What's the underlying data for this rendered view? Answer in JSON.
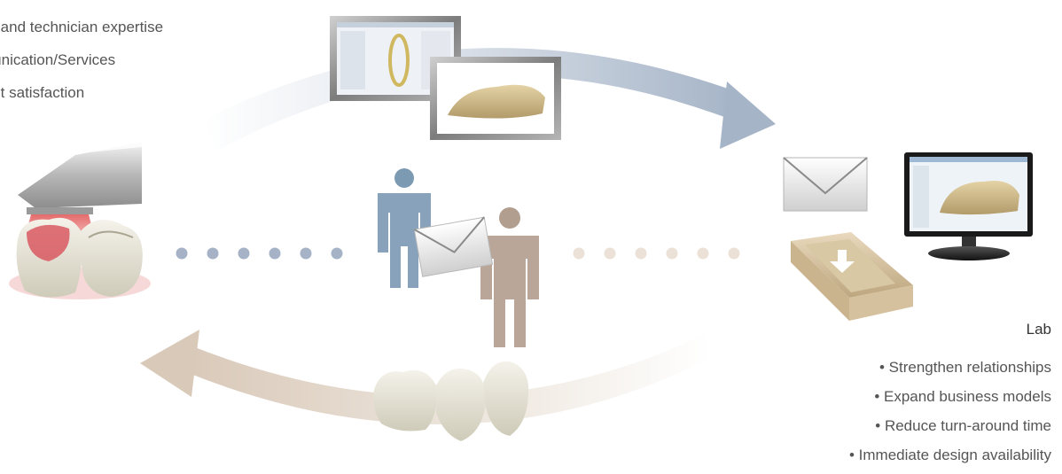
{
  "top_left": {
    "items": [
      "ns and technician expertise",
      "munication/Services",
      "ient satisfaction"
    ]
  },
  "lab": {
    "title": "Lab",
    "items": [
      "• Strengthen relationships",
      "• Expand business models",
      "• Reduce turn-around time",
      "• Immediate design availability"
    ]
  },
  "colors": {
    "blue_arrow": "#a8b6c8",
    "beige_arrow": "#d8c8b8",
    "blue_dot": "#a6b3c7",
    "beige_dot": "#ece1d6",
    "blue_person": "#7d9ab3",
    "brown_person": "#b19e8f"
  },
  "icons": {
    "scanner": "intraoral-scanner-icon",
    "teeth_scan": "teeth-scan-icon",
    "person_blue": "person-icon",
    "person_brown": "person-icon",
    "envelope": "envelope-icon",
    "inbox_tray": "inbox-tray-icon",
    "monitor": "monitor-icon",
    "dental_software_screen": "software-screenshot-icon",
    "dental_model_screen": "dental-model-icon",
    "crowns": "dental-crowns-icon"
  }
}
